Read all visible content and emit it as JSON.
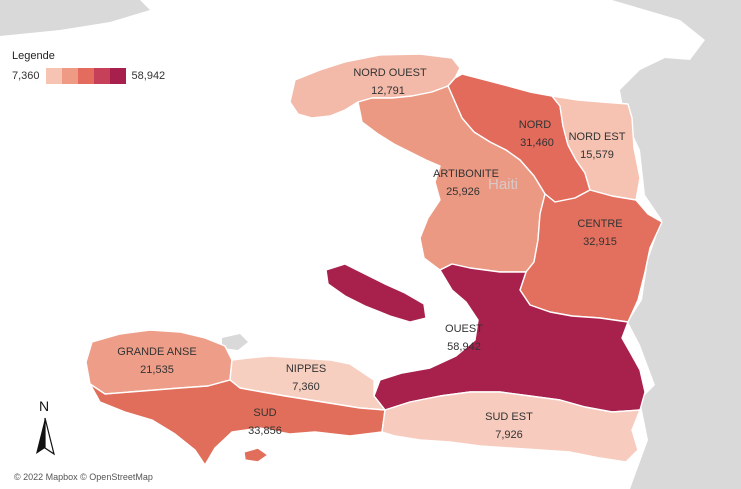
{
  "legend": {
    "title": "Legende",
    "min_label": "7,360",
    "max_label": "58,942",
    "ramp": [
      "#f7c4b4",
      "#ef9a84",
      "#e46c5e",
      "#c6405a",
      "#a61f4d"
    ]
  },
  "colors": {
    "ocean": "#ffffff",
    "land_neighbor": "#d9d9d9",
    "border": "#ffffff"
  },
  "attribution": "© 2022 Mapbox © OpenStreetMap",
  "compass": {
    "label": "N",
    "icon": "north-arrow-icon"
  },
  "watermark": "Haiti",
  "regions": {
    "nord_ouest": {
      "name": "NORD OUEST",
      "value": "12,791",
      "fill": "#f3b9a9"
    },
    "nord": {
      "name": "NORD",
      "value": "31,460",
      "fill": "#e26b5c"
    },
    "nord_est": {
      "name": "NORD EST",
      "value": "15,579",
      "fill": "#f6c2b1"
    },
    "artibonite": {
      "name": "ARTIBONITE",
      "value": "25,926",
      "fill": "#ec9983"
    },
    "centre": {
      "name": "CENTRE",
      "value": "32,915",
      "fill": "#e3705e"
    },
    "ouest": {
      "name": "OUEST",
      "value": "58,942",
      "fill": "#a8214d"
    },
    "grande_anse": {
      "name": "GRANDE ANSE",
      "value": "21,535",
      "fill": "#ee9e88"
    },
    "nippes": {
      "name": "NIPPES",
      "value": "7,360",
      "fill": "#f7cfc0"
    },
    "sud": {
      "name": "SUD",
      "value": "33,856",
      "fill": "#e06e5a"
    },
    "sud_est": {
      "name": "SUD EST",
      "value": "7,926",
      "fill": "#f7cbbd"
    }
  }
}
